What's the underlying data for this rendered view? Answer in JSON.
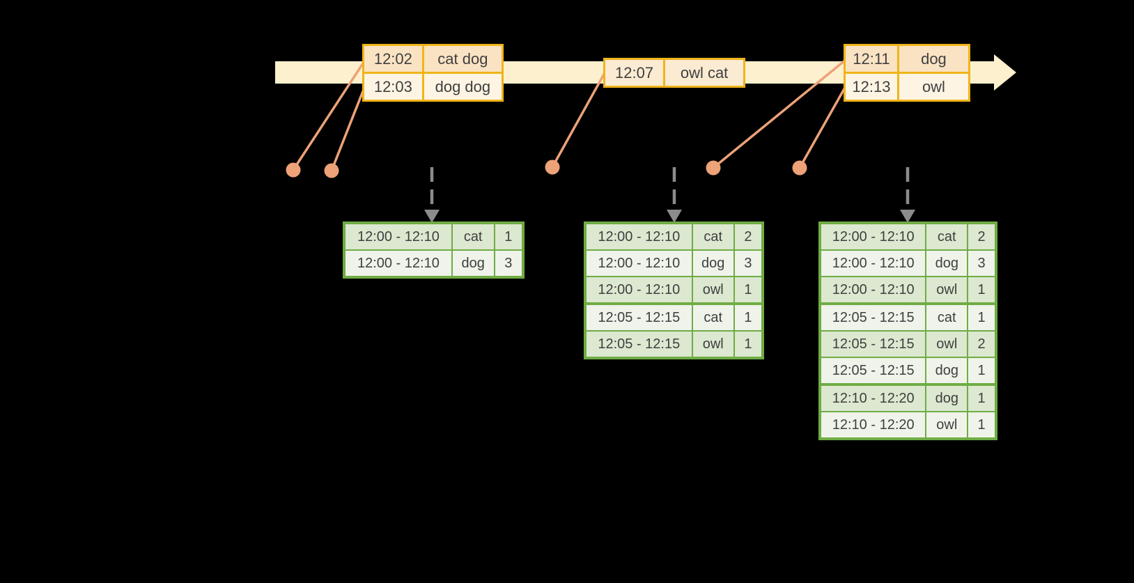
{
  "colors": {
    "background": "#000000",
    "timeline_band": "#FCF0CE",
    "event_table_border": "#F0B41A",
    "event_row_peach": "#FAE3C3",
    "event_row_cream": "#FDF4E3",
    "event_row_mid": "#FBEBD2",
    "connector_and_dots": "#EDA277",
    "result_table_border": "#6FAC44",
    "result_row_green": "#DCE8D0",
    "result_row_light": "#EFF3EA",
    "dashed_arrow": "#8C8C8C",
    "text": "#3F3F3F"
  },
  "event_tables": [
    {
      "rows": [
        {
          "time": "12:02",
          "words": "cat dog"
        },
        {
          "time": "12:03",
          "words": "dog dog"
        }
      ]
    },
    {
      "rows": [
        {
          "time": "12:07",
          "words": "owl cat"
        }
      ]
    },
    {
      "rows": [
        {
          "time": "12:11",
          "words": "dog"
        },
        {
          "time": "12:13",
          "words": "owl"
        }
      ]
    }
  ],
  "result_tables": [
    {
      "rows": [
        {
          "window": "12:00 - 12:10",
          "word": "cat",
          "count": "1"
        },
        {
          "window": "12:00 - 12:10",
          "word": "dog",
          "count": "3"
        }
      ]
    },
    {
      "rows": [
        {
          "window": "12:00 - 12:10",
          "word": "cat",
          "count": "2"
        },
        {
          "window": "12:00 - 12:10",
          "word": "dog",
          "count": "3"
        },
        {
          "window": "12:00 - 12:10",
          "word": "owl",
          "count": "1"
        },
        {
          "window": "12:05 - 12:15",
          "word": "cat",
          "count": "1"
        },
        {
          "window": "12:05 - 12:15",
          "word": "owl",
          "count": "1"
        }
      ]
    },
    {
      "rows": [
        {
          "window": "12:00 - 12:10",
          "word": "cat",
          "count": "2"
        },
        {
          "window": "12:00 - 12:10",
          "word": "dog",
          "count": "3"
        },
        {
          "window": "12:00 - 12:10",
          "word": "owl",
          "count": "1"
        },
        {
          "window": "12:05 - 12:15",
          "word": "cat",
          "count": "1"
        },
        {
          "window": "12:05 - 12:15",
          "word": "owl",
          "count": "2"
        },
        {
          "window": "12:05 - 12:15",
          "word": "dog",
          "count": "1"
        },
        {
          "window": "12:10 - 12:20",
          "word": "dog",
          "count": "1"
        },
        {
          "window": "12:10 - 12:20",
          "word": "owl",
          "count": "1"
        }
      ]
    }
  ]
}
